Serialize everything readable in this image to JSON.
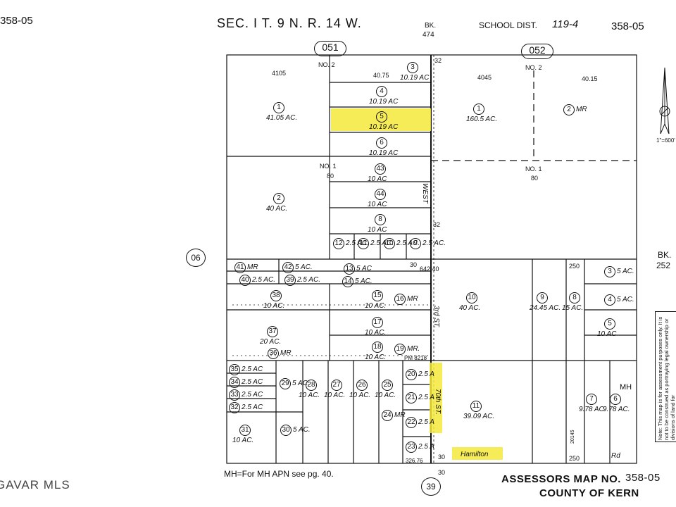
{
  "header": {
    "page_left": "358-05",
    "page_right": "358-05",
    "section": "SEC. I  T. 9  N. R. 14  W.",
    "book_top": "BK.",
    "book_top_num": "474",
    "school": "SCHOOL  DIST.",
    "school_num": "119-4"
  },
  "grid_labels": {
    "top_left": "051",
    "top_right": "052",
    "left": "06",
    "bottom": "39",
    "book_right": "BK.",
    "book_right_num": "252"
  },
  "scale": "1\"=600'",
  "parcels_left": [
    {
      "num": "1",
      "area": "41.05 AC."
    },
    {
      "num": "2",
      "area": "40 AC."
    },
    {
      "num": "3",
      "area": "10.19 AC"
    },
    {
      "num": "4",
      "area": "10.19 AC"
    },
    {
      "num": "5",
      "area": "10.19 AC"
    },
    {
      "num": "6",
      "area": "10.19 AC"
    },
    {
      "num": "43",
      "area": "10 AC"
    },
    {
      "num": "44",
      "area": "10 AC"
    },
    {
      "num": "8",
      "area": "10 AC"
    },
    {
      "num": "12",
      "area": "2.5 AC."
    },
    {
      "num": "11",
      "area": "2.5 AC."
    },
    {
      "num": "10",
      "area": "2.5 AC."
    },
    {
      "num": "9",
      "area": "2.5 AC."
    },
    {
      "num": "41",
      "area": "MR"
    },
    {
      "num": "42",
      "area": "5 AC."
    },
    {
      "num": "13",
      "area": "5 AC"
    },
    {
      "num": "40",
      "area": "2.5 AC."
    },
    {
      "num": "39",
      "area": "2.5 AC."
    },
    {
      "num": "14",
      "area": "5 AC."
    },
    {
      "num": "38",
      "area": "10 AC."
    },
    {
      "num": "15",
      "area": "10 AC."
    },
    {
      "num": "16",
      "area": "MR"
    },
    {
      "num": "37",
      "area": "20 AC."
    },
    {
      "num": "17",
      "area": "10 AC."
    },
    {
      "num": "36",
      "area": "MR"
    },
    {
      "num": "18",
      "area": "10 AC."
    },
    {
      "num": "19",
      "area": "MR."
    },
    {
      "num": "35",
      "area": "2.5 AC"
    },
    {
      "num": "34",
      "area": "2.5 AC"
    },
    {
      "num": "33",
      "area": "2.5 AC"
    },
    {
      "num": "32",
      "area": "2.5 AC"
    },
    {
      "num": "29",
      "area": "5 AC."
    },
    {
      "num": "28",
      "area": "10 AC."
    },
    {
      "num": "27",
      "area": "10 AC."
    },
    {
      "num": "26",
      "area": "10 AC."
    },
    {
      "num": "25",
      "area": "10 AC."
    },
    {
      "num": "24",
      "area": "MR"
    },
    {
      "num": "20",
      "area": "2.5 A"
    },
    {
      "num": "21",
      "area": "2.5 A"
    },
    {
      "num": "22",
      "area": "2.5 A"
    },
    {
      "num": "23",
      "area": "2.5 A"
    },
    {
      "num": "31",
      "area": "10 AC."
    },
    {
      "num": "30",
      "area": "5 AC."
    }
  ],
  "parcels_right": [
    {
      "num": "1",
      "area": "160.5 AC."
    },
    {
      "num": "2",
      "area": "MR"
    },
    {
      "num": "10",
      "area": "40 AC."
    },
    {
      "num": "9",
      "area": "24.45 AC."
    },
    {
      "num": "8",
      "area": "15 AC."
    },
    {
      "num": "3",
      "area": "5 AC."
    },
    {
      "num": "4",
      "area": "5 AC."
    },
    {
      "num": "5",
      "area": "10 AC"
    },
    {
      "num": "11",
      "area": "39.09 AC."
    },
    {
      "num": "7",
      "area": "9.78 AC."
    },
    {
      "num": "6",
      "area": "9.78 AC."
    }
  ],
  "dimensions": {
    "d4105": "4105",
    "d4075": "40.75",
    "d4045": "4045",
    "d4015": "40.15",
    "no2_left": "NO. 2",
    "no2_right": "NO. 2",
    "no1_left": "NO. 1",
    "no1_right": "NO. 1",
    "d80_left": "80",
    "d80_right": "80",
    "d32_top": "32",
    "d32_mid": "32",
    "d30": "30",
    "d64240": "642.40",
    "d250_top": "250",
    "d250_bot": "250",
    "d30_bot": "30",
    "d30_bot2": "30",
    "pm": "PM 8218",
    "dist": "326.76",
    "street_v": "WEST",
    "street_v2": "3rd ST.",
    "street_v3": "70th ST.",
    "street_h": "Hamilton",
    "rd": "Rd",
    "d20145": "20145",
    "mh": "MH"
  },
  "notes": {
    "mh_note": "MH=For MH APN see pg. 40.",
    "side_note": "Note: This map is for assessment purposes only. It is not to be construed as portraying legal ownership or divisions of land for"
  },
  "footer": {
    "map_label": "ASSESSORS MAP NO.",
    "map_num": "358-05",
    "county": "COUNTY OF KERN"
  },
  "watermark": "GAVAR MLS"
}
